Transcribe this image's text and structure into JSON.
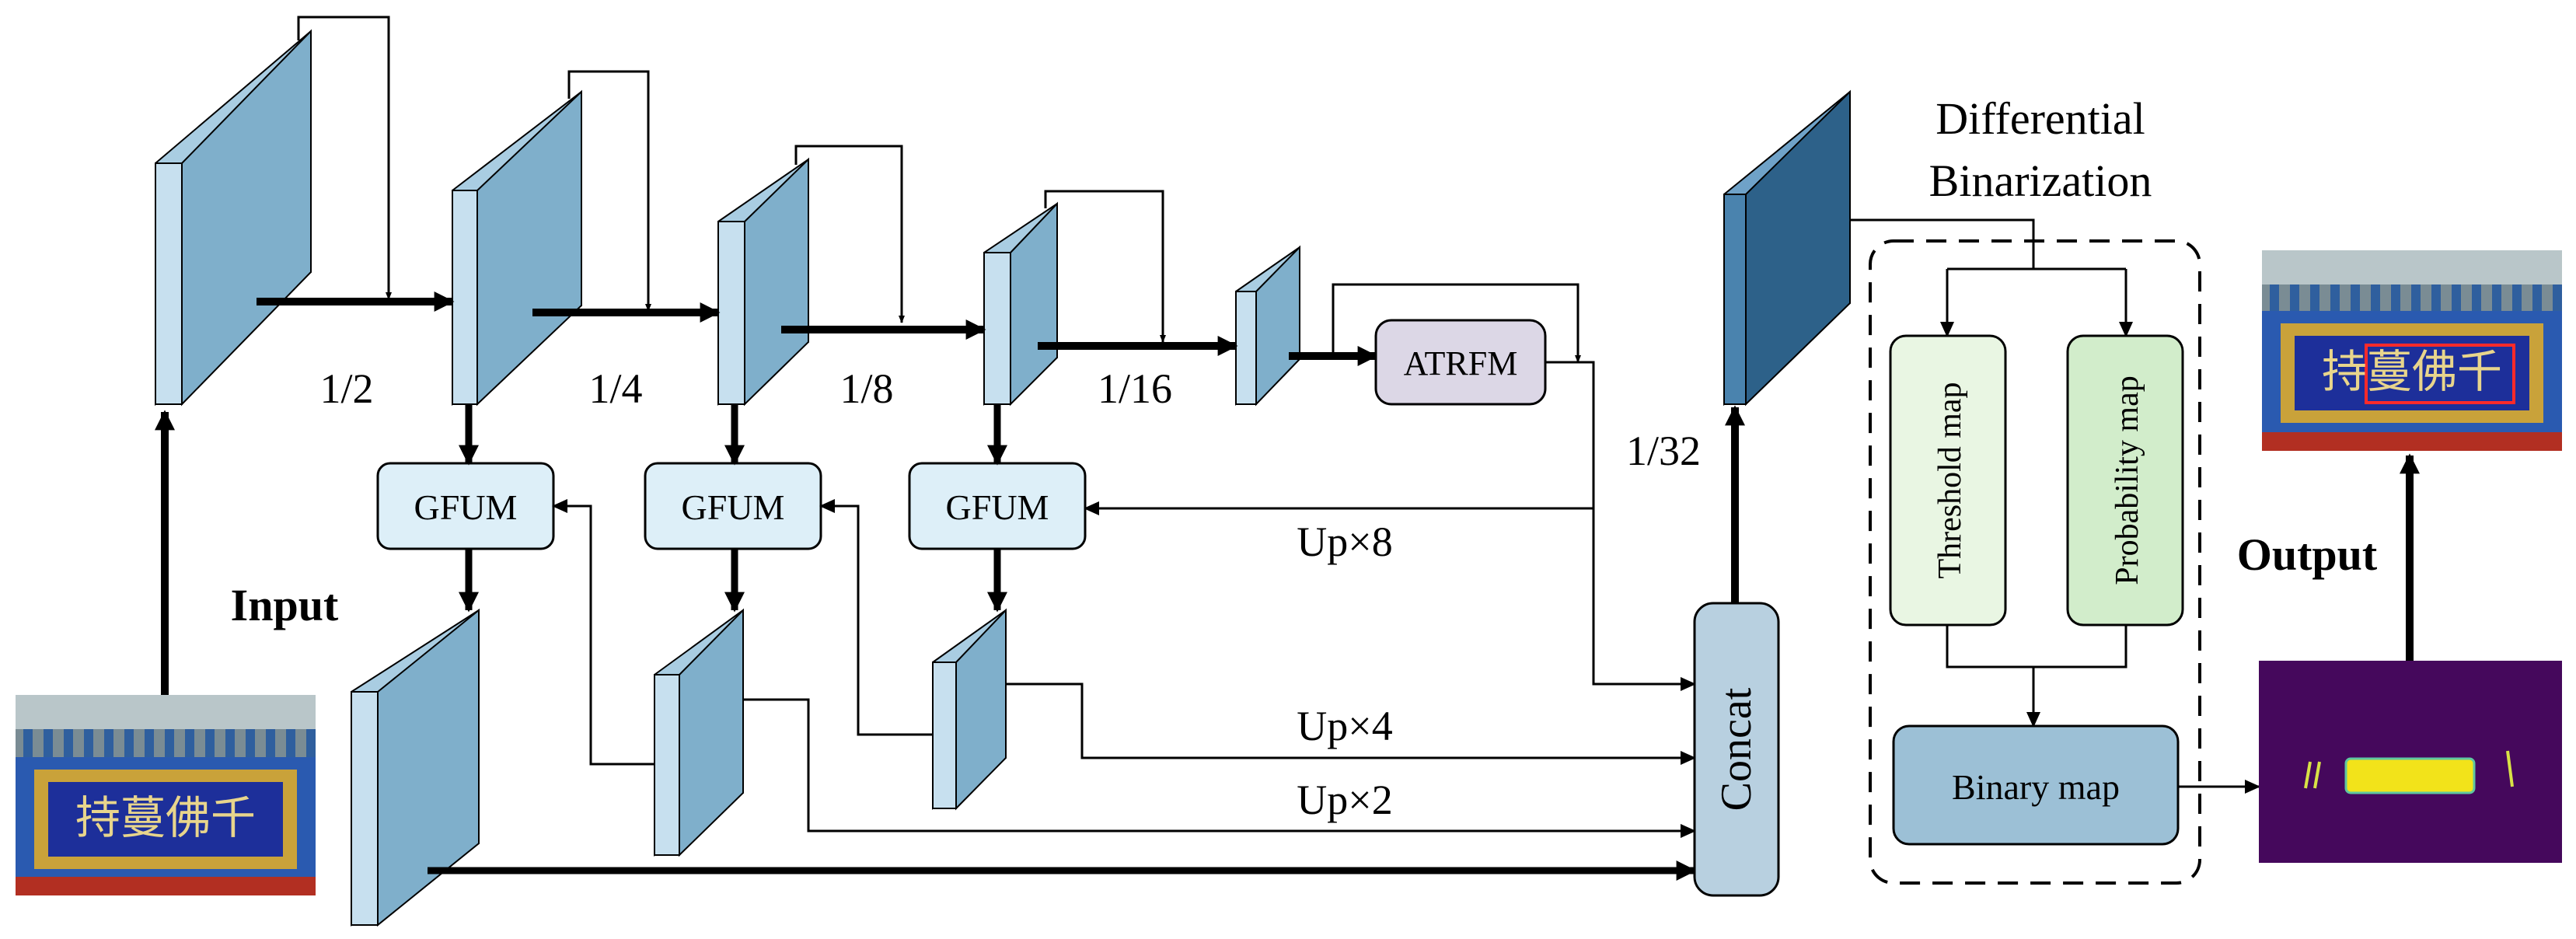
{
  "stage_labels": {
    "s1": "1/2",
    "s2": "1/4",
    "s3": "1/8",
    "s4": "1/16",
    "s5": "1/32"
  },
  "upsample_labels": {
    "up8": "Up×8",
    "up4": "Up×4",
    "up2": "Up×2"
  },
  "modules": {
    "gfum": "GFUM",
    "atrfm": "ATRFM",
    "concat": "Concat",
    "threshold_map": "Threshold map",
    "probability_map": "Probability map",
    "binary_map": "Binary map"
  },
  "captions": {
    "input": "Input",
    "output": "Output",
    "db_title_line1": "Differential",
    "db_title_line2": "Binarization"
  },
  "images": {
    "plaque_chars": "持蔓佛千"
  },
  "colors": {
    "feature_front": "#7FAFCB",
    "feature_side": "#A9CDE2",
    "feature_top": "#C7E0EF",
    "dark_front": "#2D6189",
    "dark_side": "#4A83AE",
    "dark_top": "#6FA2C8",
    "gfum_fill": "#DDEFF8",
    "atrfm_fill": "#DCD7E6",
    "concat_fill": "#B8D0E0",
    "threshold_fill": "#E9F6E3",
    "probability_fill": "#D2EDCB",
    "binary_fill": "#9CC0D6",
    "plaque_blue": "#1D2F9A",
    "plaque_gold": "#C9A23A",
    "prob_bg": "#45085C",
    "prob_bar": "#F2E31A"
  }
}
